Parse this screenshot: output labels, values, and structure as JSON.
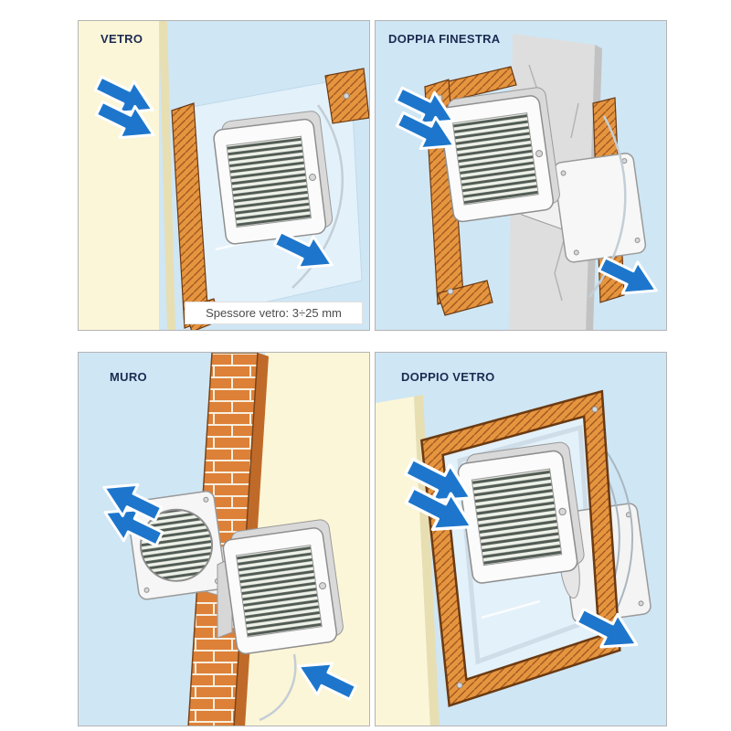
{
  "colors": {
    "sky_blue": "#cfe6f4",
    "wall_cream": "#fcf6d8",
    "wood_orange": "#e6953f",
    "brick_orange": "#dd8038",
    "concrete_gray": "#dedede",
    "arrow_blue": "#1d76cc",
    "label_navy": "#1c2b52",
    "fan_white": "#fbfbfb"
  },
  "panels": [
    {
      "id": "vetro",
      "label": "VETRO",
      "note": "Spessore vetro: 3÷25 mm",
      "icons": [
        "airflow-in-double-arrow",
        "airflow-out-arrow",
        "fan-unit",
        "glass-pane",
        "wood-frame"
      ]
    },
    {
      "id": "doppia-finestra",
      "label": "DOPPIA FINESTRA",
      "icons": [
        "airflow-in-double-arrow",
        "airflow-out-arrow",
        "fan-unit",
        "telescopic-duct",
        "outer-plate",
        "concrete-wall",
        "wood-frame"
      ]
    },
    {
      "id": "muro",
      "label": "MURO",
      "icons": [
        "airflow-out-double-arrow",
        "airflow-in-arrow",
        "fan-unit",
        "round-exterior-grille",
        "brick-wall",
        "through-wall-duct"
      ]
    },
    {
      "id": "doppio-vetro",
      "label": "DOPPIO VETRO",
      "icons": [
        "airflow-in-double-arrow",
        "airflow-out-arrow",
        "fan-unit",
        "double-glass-pane",
        "wood-frame",
        "outer-plate"
      ]
    }
  ]
}
